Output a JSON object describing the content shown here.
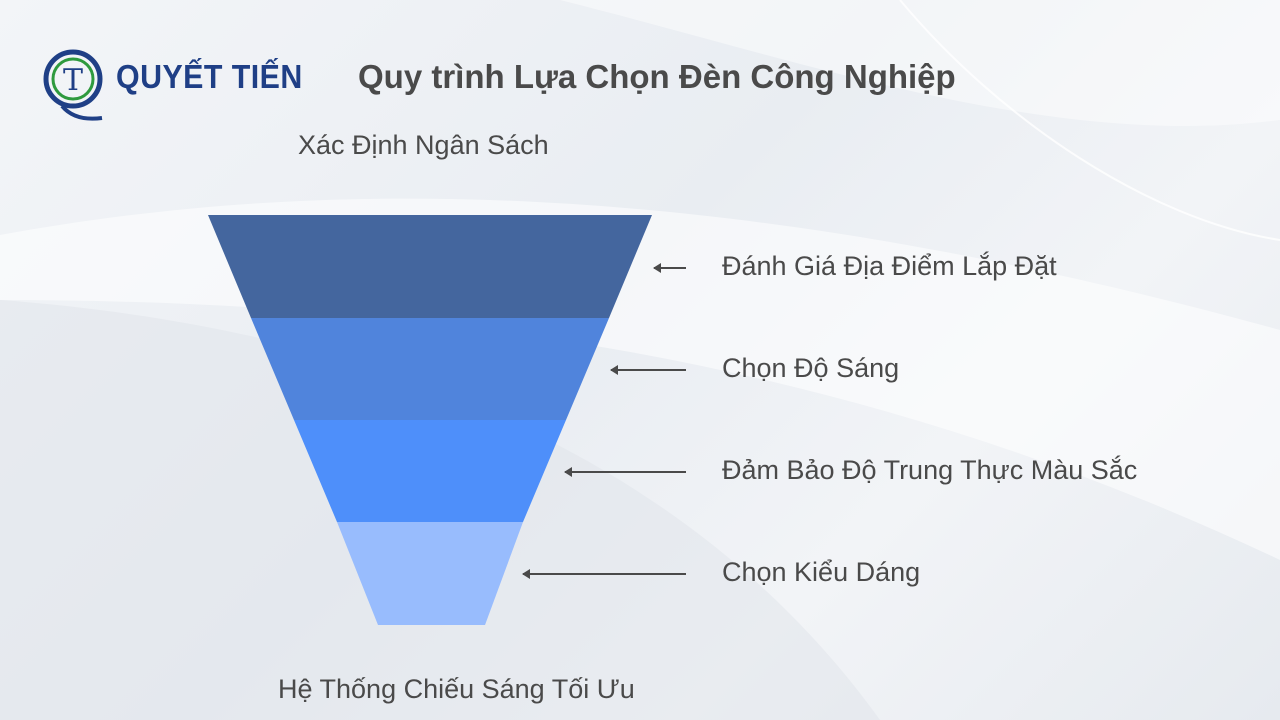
{
  "brand": {
    "name": "QUYẾT TIẾN",
    "logo_letter": "T",
    "logo_icon": "qt-logo-icon"
  },
  "title": "Quy trình Lựa Chọn Đèn Công Nghiệp",
  "funnel": {
    "top_label": "Xác Định Ngân Sách",
    "bottom_label": "Hệ Thống Chiếu Sáng Tối Ưu",
    "steps": [
      {
        "label": "Đánh Giá Địa Điểm Lắp Đặt",
        "color": "#44669e"
      },
      {
        "label": "Chọn Độ Sáng",
        "color": "#5084dc"
      },
      {
        "label": "Đảm Bảo Độ Trung Thực Màu Sắc",
        "color": "#4e8ffa"
      },
      {
        "label": "Chọn Kiểu Dáng",
        "color": "#98bcfd"
      }
    ]
  },
  "colors": {
    "brand": "#1f3f86",
    "logo_green": "#2e9a3e",
    "text": "#4a4a4a"
  }
}
